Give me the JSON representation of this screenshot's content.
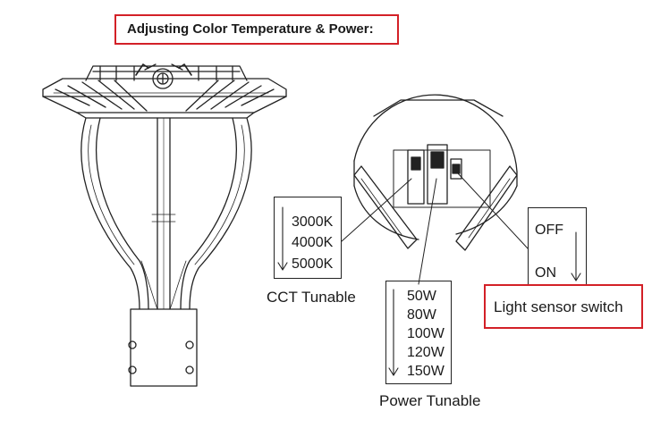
{
  "title": "Adjusting Color Temperature & Power:",
  "cct": {
    "options": [
      "3000K",
      "4000K",
      "5000K"
    ],
    "caption": "CCT Tunable"
  },
  "power": {
    "options": [
      "50W",
      "80W",
      "100W",
      "120W",
      "150W"
    ],
    "caption": "Power Tunable"
  },
  "sensor": {
    "off_label": "OFF",
    "on_label": "ON",
    "caption": "Light sensor switch"
  },
  "colors": {
    "highlight_border": "#d32027",
    "line": "#222222"
  }
}
